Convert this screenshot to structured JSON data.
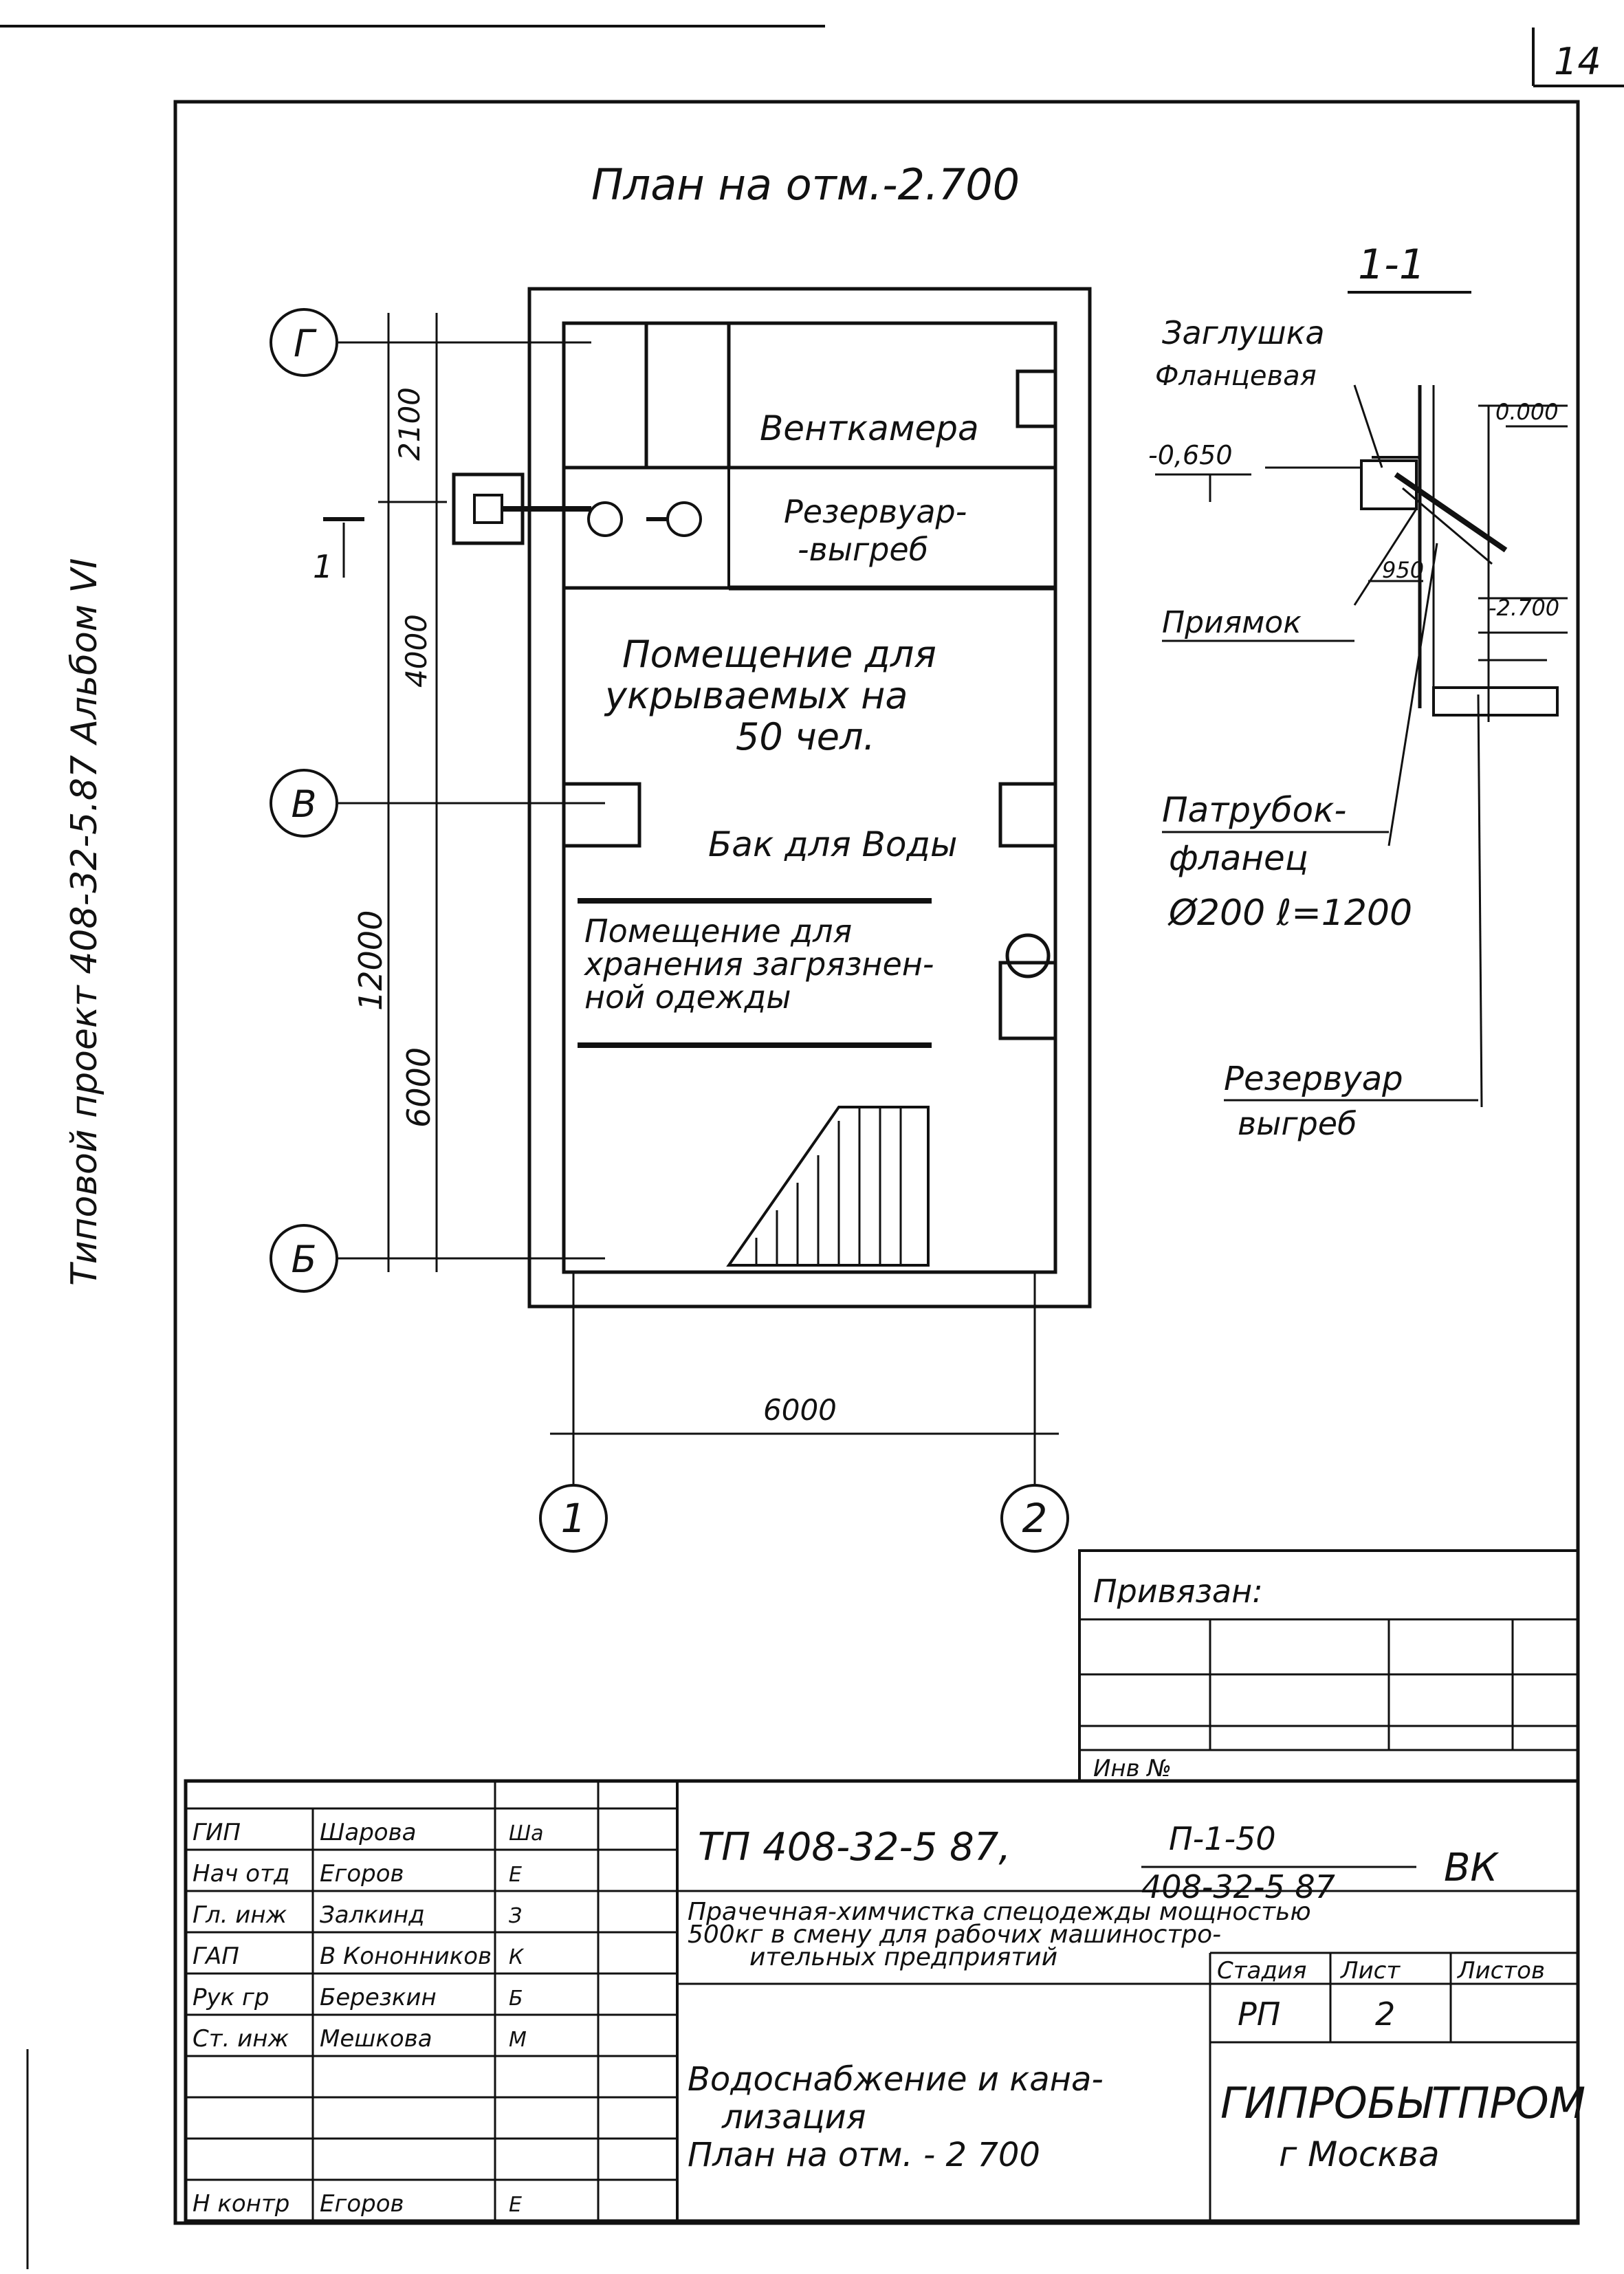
{
  "sheet": {
    "page_number": "14",
    "side_caption": "Типовой проект 408-32-5.87 Альбом VI"
  },
  "plan": {
    "title": "План на отм.-2.700",
    "rooms": {
      "vent": "Венткамера",
      "reservoir_line1": "Резервуар-",
      "reservoir_line2": "-выгреб",
      "shelter_line1": "Помещение для",
      "shelter_line2": "укрываемых на",
      "shelter_line3": "50 чел.",
      "tank": "Бак для Воды",
      "storage_line1": "Помещение для",
      "storage_line2": "хранения загрязнен-",
      "storage_line3": "ной одежды"
    },
    "axes": {
      "g": "Г",
      "v": "В",
      "b": "Б",
      "one": "1",
      "two": "2"
    },
    "dimensions": {
      "d2100": "2100",
      "d4000": "4000",
      "d12000": "12000",
      "d6000_v": "6000",
      "d6000_h": "6000"
    },
    "section_mark": "1"
  },
  "section": {
    "title": "1-1",
    "cap_line1": "Заглушка",
    "cap_line2": "Фланцевая",
    "level_top": "0.000",
    "level_ground": "-0,650",
    "level_bottom": "-2.700",
    "dim_950": "950",
    "pit": "Приямок",
    "pipe_line1": "Патрубок-",
    "pipe_line2": "фланец",
    "pipe_line3": "Ø200 ℓ=1200",
    "reservoir_line1": "Резервуар",
    "reservoir_line2": "выгреб"
  },
  "binding": {
    "label": "Привязан:",
    "inv_label": "Инв №"
  },
  "title_block": {
    "code": "ТП 408-32-5 87,",
    "fraction_top": "П-1-50",
    "fraction_bottom": "408-32-5 87",
    "section_code": "ВК",
    "description_line1": "Прачечная-химчистка спецодежды мощностью",
    "description_line2": "500кг в смену для рабочих машиностро-",
    "description_line3": "ительных предприятий",
    "stage_header": "Стадия",
    "sheet_header": "Лист",
    "sheets_header": "Листов",
    "stage": "РП",
    "sheet": "2",
    "drawing_line1": "Водоснабжение и кана-",
    "drawing_line2": "лизация",
    "drawing_line3": "План на отм. - 2 700",
    "org_name": "ГИПРОБЫТПРОМ",
    "org_city": "г Москва",
    "signatures": [
      {
        "role": "ГИП",
        "name": "Шарова",
        "sign": "Ша"
      },
      {
        "role": "Нач отд",
        "name": "Егоров",
        "sign": "Е"
      },
      {
        "role": "Гл. инж",
        "name": "Залкинд",
        "sign": "З"
      },
      {
        "role": "ГАП",
        "name": "В Кононников",
        "sign": "К"
      },
      {
        "role": "Рук гр",
        "name": "Березкин",
        "sign": "Б"
      },
      {
        "role": "Ст. инж",
        "name": "Мешкова",
        "sign": "М"
      },
      {
        "role": "",
        "name": "",
        "sign": ""
      },
      {
        "role": "",
        "name": "",
        "sign": ""
      },
      {
        "role": "",
        "name": "",
        "sign": ""
      },
      {
        "role": "Н контр",
        "name": "Егоров",
        "sign": "Е"
      }
    ]
  }
}
